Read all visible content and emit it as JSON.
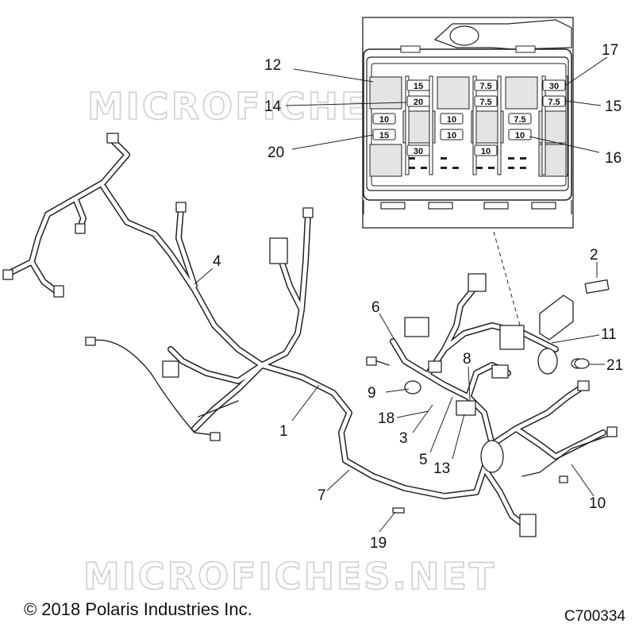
{
  "watermark": "MICROFICHES.NET",
  "footer": {
    "copyright": "© 2018 Polaris Industries Inc.",
    "figure_code": "C700334"
  },
  "callouts": [
    "1",
    "2",
    "3",
    "4",
    "5",
    "6",
    "7",
    "8",
    "9",
    "10",
    "11",
    "12",
    "13",
    "14",
    "15",
    "16",
    "17",
    "18",
    "19",
    "20",
    "21"
  ],
  "fuse_box": {
    "fuse_ratings": [
      "15",
      "20",
      "7.5",
      "7.5",
      "30",
      "7.5",
      "10",
      "15",
      "10",
      "10",
      "7.5",
      "10",
      "30",
      "10"
    ]
  }
}
